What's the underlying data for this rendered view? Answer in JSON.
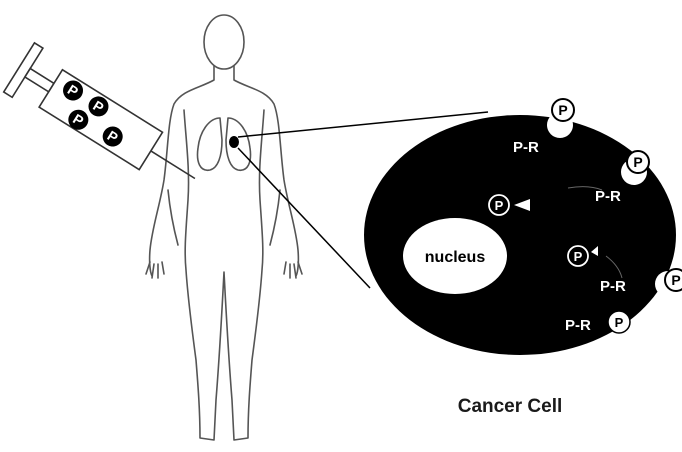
{
  "labels": {
    "nucleus": "nucleus",
    "caption": "Cancer Cell",
    "pr_1": "P-R",
    "pr_2": "P-R",
    "pr_3": "P-R",
    "pr_4": "P-R",
    "p_symbol": "P"
  },
  "colors": {
    "cell": "#000000",
    "nucleus": "#ffffff",
    "outline": "#444444",
    "tumor": "#000000"
  }
}
